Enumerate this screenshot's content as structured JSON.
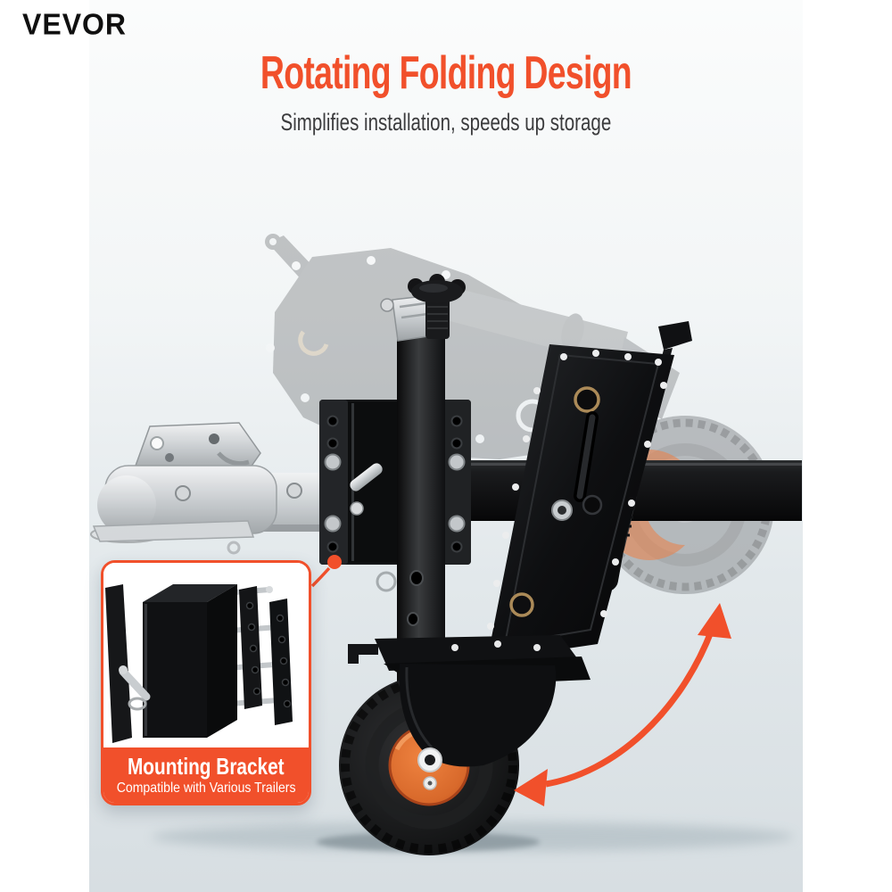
{
  "logo": {
    "text": "VEVOR"
  },
  "header": {
    "title": "Rotating Folding Design",
    "subtitle": "Simplifies installation, speeds up storage"
  },
  "callout": {
    "title": "Mounting Bracket",
    "subtitle": "Compatible with Various Trailers"
  },
  "colors": {
    "accent_orange": "#F1502B",
    "title_orange": "#F1502B",
    "subtitle_gray": "#3B3B3D",
    "callout_band_orange": "#F1502B",
    "callout_text_white": "#FFFFFF",
    "wheel_rim_orange": "#D8692B",
    "product_black": "#121315",
    "metal_silver": "#C9CDD0",
    "backdrop_top": "#FBFCFC",
    "backdrop_bottom": "#D7DEE2",
    "logo_black": "#101010"
  }
}
